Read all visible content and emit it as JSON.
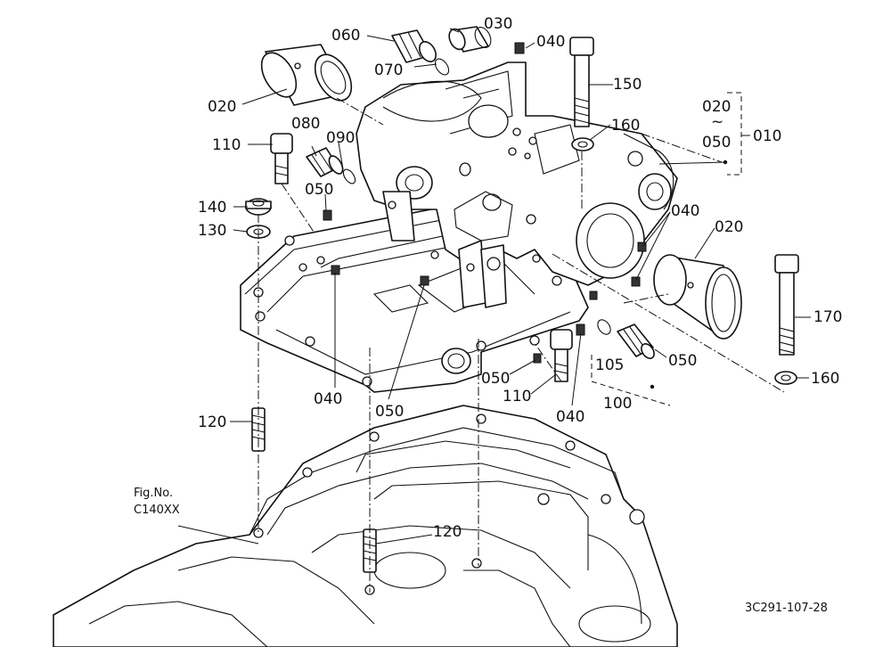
{
  "parts": [
    {
      "id": "p020a",
      "text": "020"
    },
    {
      "id": "p060",
      "text": "060"
    },
    {
      "id": "p030",
      "text": "030"
    },
    {
      "id": "p070",
      "text": "070"
    },
    {
      "id": "p040a",
      "text": "040"
    },
    {
      "id": "p150",
      "text": "150"
    },
    {
      "id": "p160a",
      "text": "160"
    },
    {
      "id": "p080",
      "text": "080"
    },
    {
      "id": "p090",
      "text": "090"
    },
    {
      "id": "p110a",
      "text": "110"
    },
    {
      "id": "p050a",
      "text": "050"
    },
    {
      "id": "p140",
      "text": "140"
    },
    {
      "id": "p130",
      "text": "130"
    },
    {
      "id": "p040b",
      "text": "040"
    },
    {
      "id": "p020b",
      "text": "020"
    },
    {
      "id": "p170",
      "text": "170"
    },
    {
      "id": "p105",
      "text": "105"
    },
    {
      "id": "p050b",
      "text": "050"
    },
    {
      "id": "p160b",
      "text": "160"
    },
    {
      "id": "p050c",
      "text": "050"
    },
    {
      "id": "p110b",
      "text": "110"
    },
    {
      "id": "p040c",
      "text": "040"
    },
    {
      "id": "p100",
      "text": "100"
    },
    {
      "id": "p040d",
      "text": "040"
    },
    {
      "id": "p050d",
      "text": "050"
    },
    {
      "id": "p120a",
      "text": "120"
    },
    {
      "id": "p120b",
      "text": "120"
    }
  ],
  "range_group": {
    "from": "020",
    "tilde": "~",
    "to": "050",
    "assembly": "010"
  },
  "fig_ref": {
    "line1": "Fig.No.",
    "line2": "C140XX"
  },
  "drawing_code": "3C291-107-28"
}
